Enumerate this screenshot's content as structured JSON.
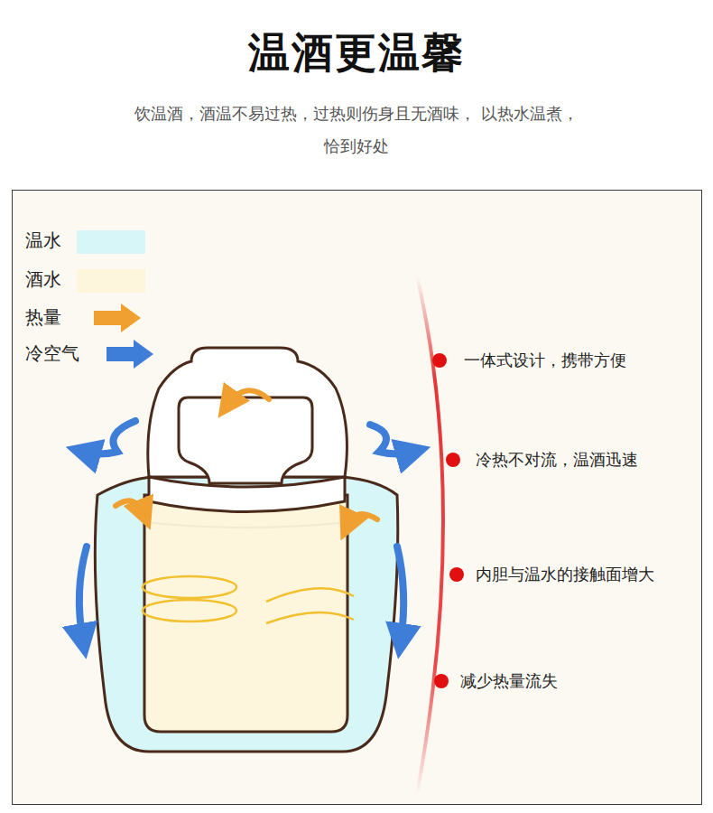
{
  "diagram": {
    "title": "温酒更温馨",
    "caption": "饮温酒，酒温不易过热，过热则伤身且无酒味， 以热水温煮，恰到好处",
    "labels": [
      "一体式设计，携带方便",
      "冷热不对流，温酒迅速",
      "内胆与温水的接触面增大",
      "减少热量流失"
    ],
    "legend": [
      {
        "text": "温水",
        "color": "#d6f6f8"
      },
      {
        "text": "酒水",
        "color": "#fdf6dc"
      },
      {
        "text": "热量"
      },
      {
        "text": "冷空气"
      }
    ]
  }
}
